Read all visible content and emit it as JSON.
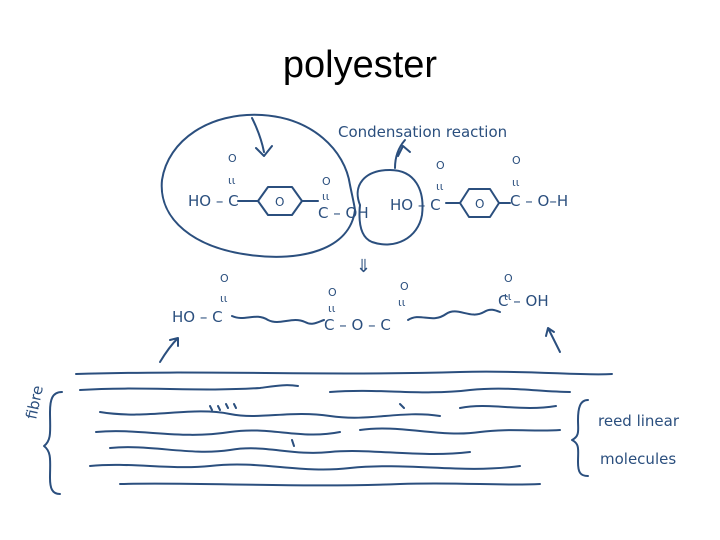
{
  "slide": {
    "title": "polyester",
    "annotations": {
      "condensation": "Condensation reaction",
      "fibre": "fibre",
      "reed_linear_line1": "reed linear",
      "reed_linear_line2": "molecules"
    },
    "molecule_top": {
      "left_group": "HO – C",
      "mid_group": "C – OH",
      "right_ho": "HO – C",
      "right_end": "C – O–H",
      "ring_label": "O",
      "carbonyl_o": "O"
    },
    "molecule_bottom": {
      "left_group": "HO – C",
      "ester": "C – O – C",
      "right_end": "C – OH",
      "carbonyl_o": "O"
    },
    "arrow_symbol": "⇓",
    "ink_color": "#2b4f7e"
  }
}
